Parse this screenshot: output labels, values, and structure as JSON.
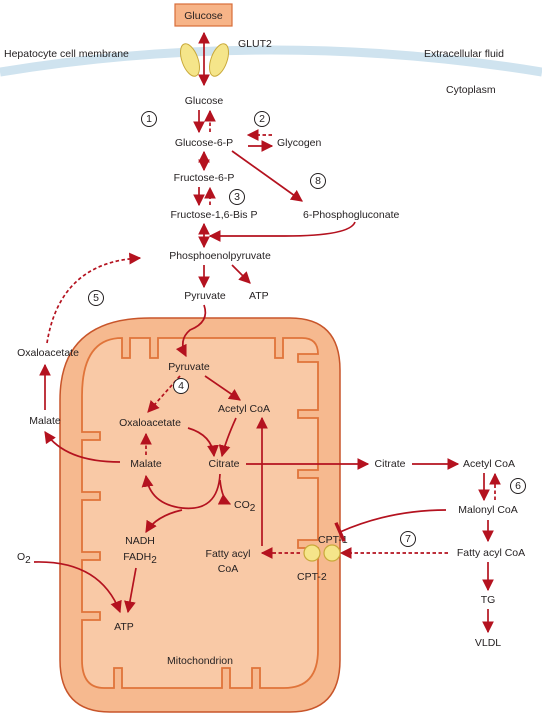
{
  "colors": {
    "arrow": "#b4121f",
    "mito_fill": "#f6b98f",
    "mito_inner": "#f28c53",
    "mito_stroke": "#c8552a",
    "transporter": "#f5e58a",
    "membrane": "#cfe3ef",
    "glucose_box": "#f7b488"
  },
  "labels": {
    "glucose_top": "Glucose",
    "membrane": "Hepatocyte cell membrane",
    "glut2": "GLUT2",
    "extracellular": "Extracellular fluid",
    "cytoplasm": "Cytoplasm",
    "glucose": "Glucose",
    "g6p": "Glucose-6-P",
    "glycogen": "Glycogen",
    "f6p": "Fructose-6-P",
    "f16bp": "Fructose-1,6-Bis P",
    "pg6": "6-Phosphogluconate",
    "pep": "Phosphoenolpyruvate",
    "pyruvate_cyto": "Pyruvate",
    "atp_cyto": "ATP",
    "oaa_cyto": "Oxaloacetate",
    "malate_cyto": "Malate",
    "pyruvate_mito": "Pyruvate",
    "oaa_mito": "Oxaloacetate",
    "acetylcoa_mito": "Acetyl CoA",
    "malate_mito": "Malate",
    "citrate_mito": "Citrate",
    "co2": "CO",
    "co2_sub": "2",
    "nadh": "NADH",
    "fadh": "FADH",
    "fadh_sub": "2",
    "o2": "O",
    "o2_sub": "2",
    "atp_mito": "ATP",
    "fatty_acyl_coa_1": "Fatty acyl",
    "fatty_acyl_coa_2": "CoA",
    "cpt1": "CPT-1",
    "cpt2": "CPT-2",
    "mitochondrion": "Mitochondrion",
    "citrate_cyto": "Citrate",
    "acetylcoa_cyto": "Acetyl CoA",
    "malonylcoa": "Malonyl CoA",
    "fattyacylcoa_cyto": "Fatty acyl CoA",
    "tg": "TG",
    "vldl": "VLDL"
  },
  "steps": [
    "1",
    "2",
    "3",
    "4",
    "5",
    "6",
    "7",
    "8"
  ]
}
